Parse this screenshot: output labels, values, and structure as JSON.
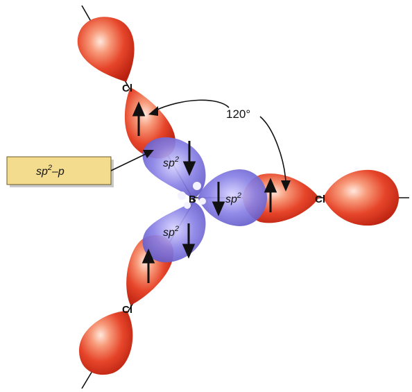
{
  "atoms": {
    "center": "B",
    "cl_top": "Cl",
    "cl_right": "Cl",
    "cl_bottom": "Cl"
  },
  "orbital_labels": {
    "upper": {
      "base": "sp",
      "sup": "2"
    },
    "right": {
      "base": "sp",
      "sup": "2"
    },
    "lower": {
      "base": "sp",
      "sup": "2"
    }
  },
  "angle_label": "120°",
  "callout": {
    "base": "sp",
    "sup": "2",
    "tail": "–p"
  },
  "colors": {
    "chlorine_lobe": "#e03a22",
    "boron_lobe": "#7870d8",
    "callout_fill": "#f3dc8e",
    "callout_border": "#6a5a2a"
  }
}
